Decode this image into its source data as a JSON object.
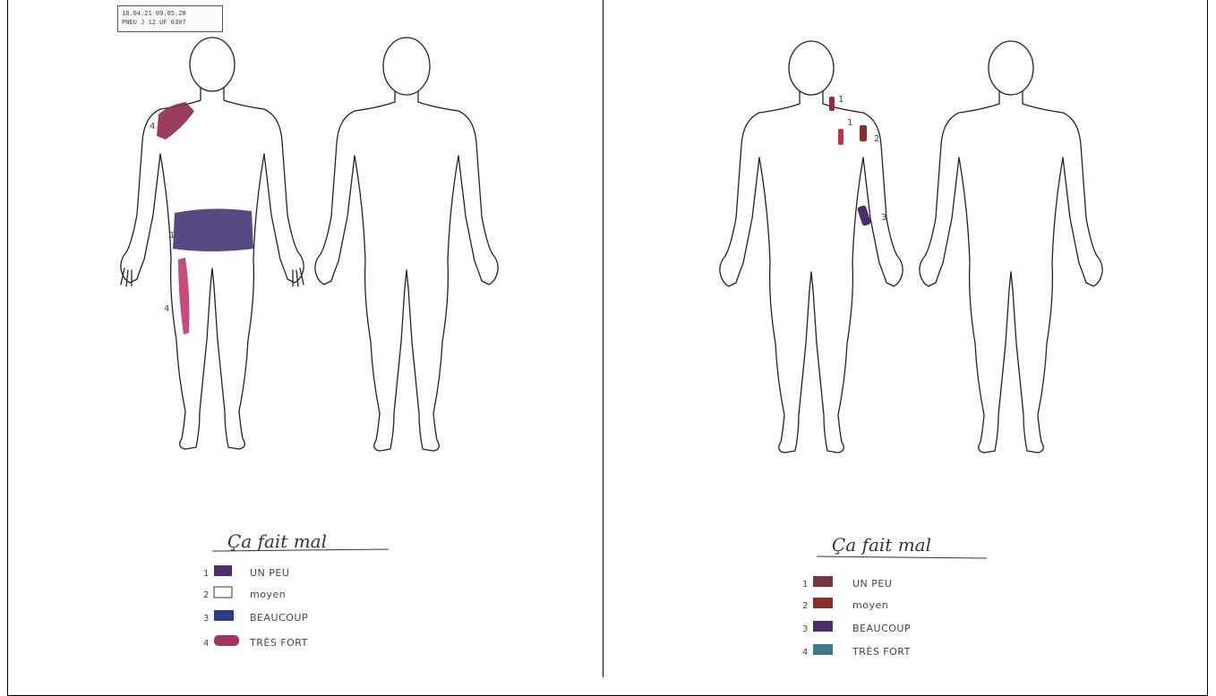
{
  "left_sheet": {
    "stamp": {
      "line1": "18.04.21 09.05.28",
      "line2": "PNEU J 12    UF 0307"
    },
    "legend": {
      "title": "Ça fait mal",
      "items": [
        {
          "num": "1",
          "label": "UN PEU",
          "color": "#4a2d6e",
          "filled": true
        },
        {
          "num": "2",
          "label": "moyen",
          "color": "#ffffff",
          "filled": false
        },
        {
          "num": "3",
          "label": "BEAUCOUP",
          "color": "#2e3a8c",
          "filled": true
        },
        {
          "num": "4",
          "label": "TRÈS FORT",
          "color": "#a0345e",
          "filled": true
        }
      ]
    },
    "marks": [
      {
        "num": "4",
        "region": "right shoulder",
        "color": "#8e2a4a"
      },
      {
        "num": "1",
        "region": "abdomen / waist",
        "color": "#4a3a78"
      },
      {
        "num": "4",
        "region": "right thigh",
        "color": "#c0396e"
      }
    ]
  },
  "right_sheet": {
    "legend": {
      "title": "Ça fait mal",
      "items": [
        {
          "num": "1",
          "label": "UN PEU",
          "color": "#7a3340",
          "filled": true
        },
        {
          "num": "2",
          "label": "moyen",
          "color": "#8a2e2a",
          "filled": true
        },
        {
          "num": "3",
          "label": "BEAUCOUP",
          "color": "#4a2d6e",
          "filled": true
        },
        {
          "num": "4",
          "label": "TRÈS FORT",
          "color": "#3a7a8a",
          "filled": true
        }
      ]
    },
    "marks": [
      {
        "num": "1",
        "region": "neck left",
        "color": "#9a2a3a"
      },
      {
        "num": "1",
        "region": "chest left",
        "color": "#c0304a"
      },
      {
        "num": "2",
        "region": "left shoulder",
        "color": "#8a2e2a"
      },
      {
        "num": "3",
        "region": "left forearm",
        "color": "#4a2d6e"
      }
    ]
  }
}
